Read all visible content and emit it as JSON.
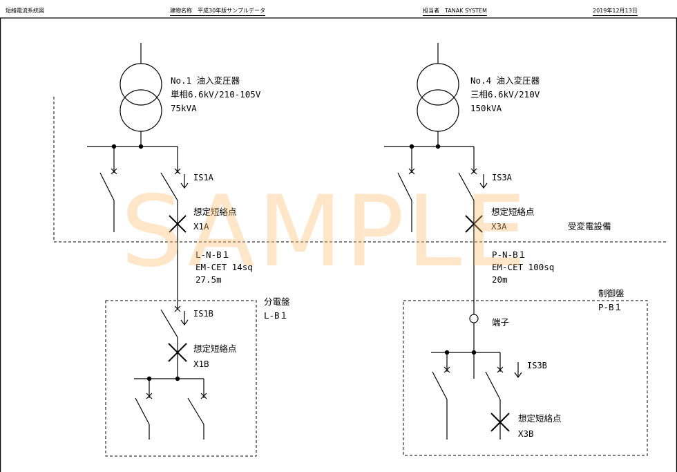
{
  "header": {
    "doc_title": "短絡電流系統図",
    "building": "建物名称　平成30年版サンプルデータ",
    "author": "担当者　TANAK SYSTEM",
    "date": "2019年12月13日"
  },
  "transformers": [
    {
      "name": "No.1 油入変圧器",
      "spec": "単相6.6kV/210-105V",
      "capacity": "75kVA"
    },
    {
      "name": "No.4 油入変圧器",
      "spec": "三相6.6kV/210V",
      "capacity": "150kVA"
    }
  ],
  "currents": {
    "is1a": "IS1A",
    "is3a": "IS3A",
    "is1b": "IS1B",
    "is3b": "IS3B"
  },
  "fault_points": [
    {
      "label": "想定短絡点",
      "id": "X1A"
    },
    {
      "label": "想定短絡点",
      "id": "X3A"
    },
    {
      "label": "想定短絡点",
      "id": "X1B"
    },
    {
      "label": "想定短絡点",
      "id": "X3B"
    }
  ],
  "cables": [
    {
      "name": "L-N-B１",
      "type": "EM-CET 14sq",
      "length": "27.5m"
    },
    {
      "name": "P-N-B１",
      "type": "EM-CET 100sq",
      "length": "20m"
    }
  ],
  "receiving_equipment": "受変電設備",
  "panels": [
    {
      "kind": "分電盤",
      "name": "L-B１"
    },
    {
      "kind": "制御盤",
      "name": "P-B１"
    }
  ],
  "terminal": "端子",
  "watermark": "SAMPLE"
}
